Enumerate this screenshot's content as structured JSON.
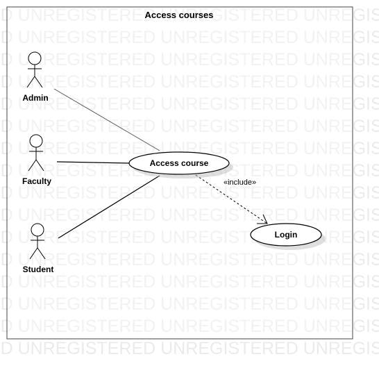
{
  "diagram": {
    "title": "Access courses",
    "watermark": "UNREGISTERED",
    "actors": [
      {
        "id": "admin",
        "label": "Admin"
      },
      {
        "id": "faculty",
        "label": "Faculty"
      },
      {
        "id": "student",
        "label": "Student"
      }
    ],
    "use_cases": [
      {
        "id": "access-course",
        "label": "Access course"
      },
      {
        "id": "login",
        "label": "Login"
      }
    ],
    "relationships": [
      {
        "from": "admin",
        "to": "access-course",
        "type": "association"
      },
      {
        "from": "faculty",
        "to": "access-course",
        "type": "association"
      },
      {
        "from": "student",
        "to": "access-course",
        "type": "association"
      },
      {
        "from": "access-course",
        "to": "login",
        "type": "include",
        "label": "«include»"
      }
    ]
  }
}
